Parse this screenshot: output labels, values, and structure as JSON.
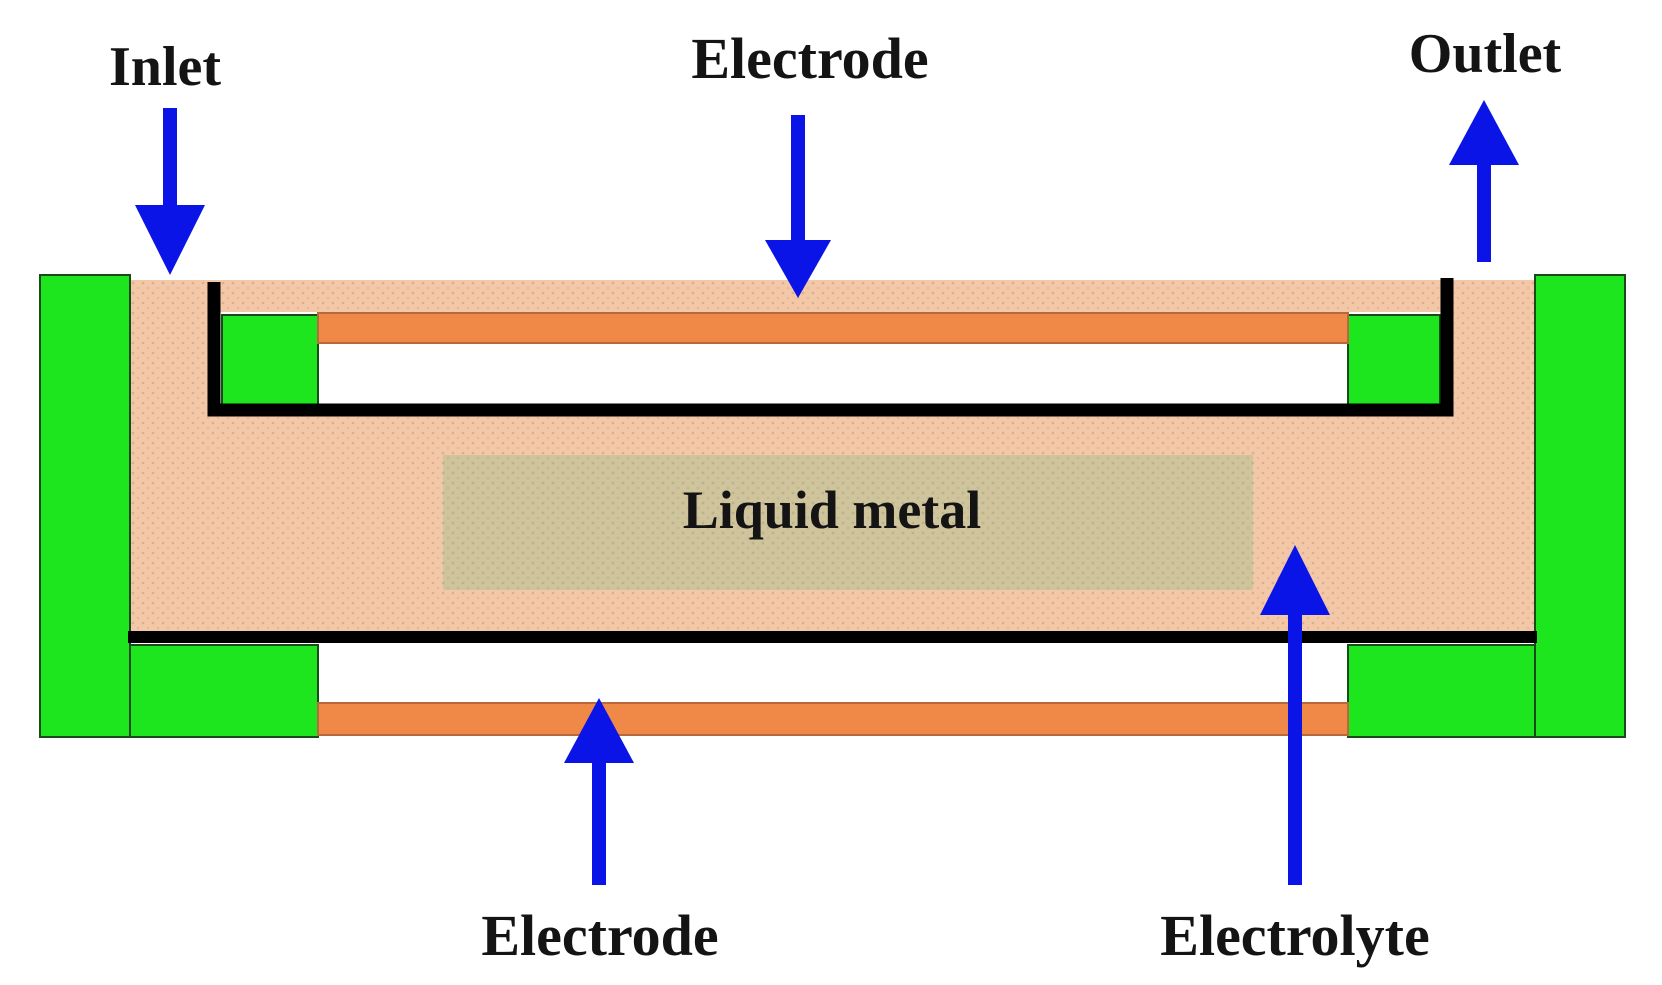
{
  "labels": {
    "inlet": "Inlet",
    "electrode_top": "Electrode",
    "outlet": "Outlet",
    "liquid_metal": "Liquid metal",
    "electrode_bottom": "Electrode",
    "electrolyte": "Electrolyte"
  },
  "colors": {
    "frame": "#1ee61e",
    "electrolyte": "#f2c8a8",
    "liquid_metal": "#c9c39a",
    "electrode": "#f08848",
    "wall": "#000000",
    "arrow": "#0a14e6",
    "text": "#141414"
  }
}
